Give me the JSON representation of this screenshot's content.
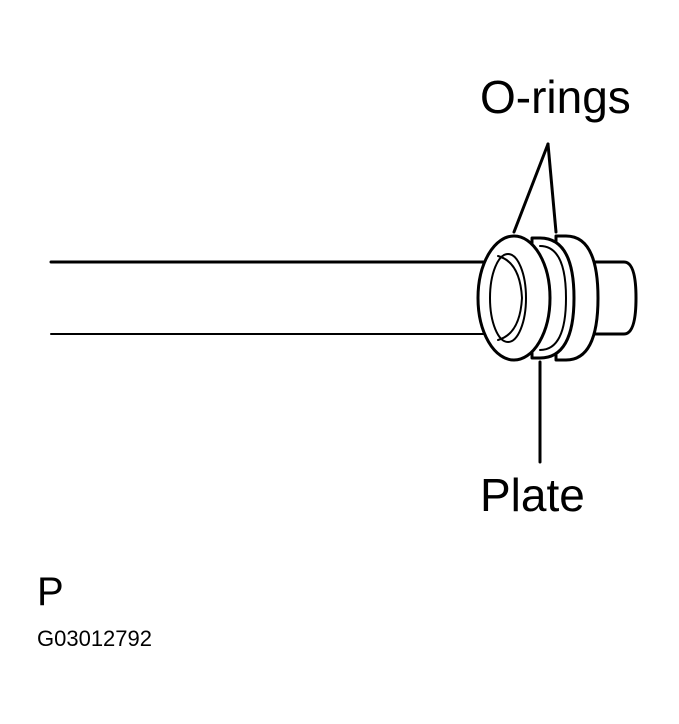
{
  "labels": {
    "o_rings": "O-rings",
    "plate": "Plate",
    "view_marker": "P",
    "figure_code": "G03012792"
  },
  "colors": {
    "ink": "#000000",
    "paper": "#ffffff"
  }
}
